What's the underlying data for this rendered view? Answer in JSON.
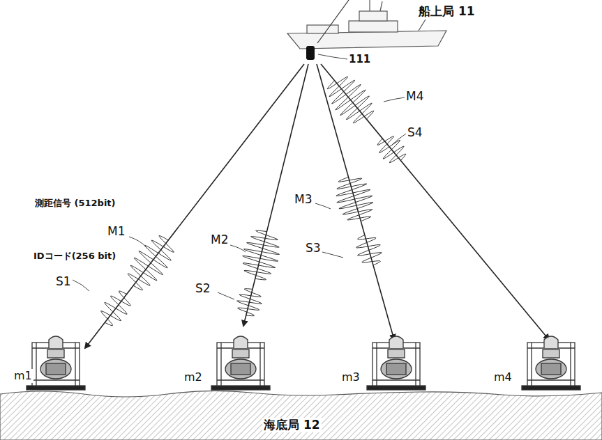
{
  "diagram": {
    "labels": [
      "船上局 11",
      "111",
      "M4",
      "S4",
      "測距信号 (512bit)",
      "M1",
      "IDコード(256 bit)",
      "S1",
      "M2",
      "S2",
      "M3",
      "S3",
      "m1",
      "m2",
      "m3",
      "m4",
      "海底局 12"
    ]
  }
}
